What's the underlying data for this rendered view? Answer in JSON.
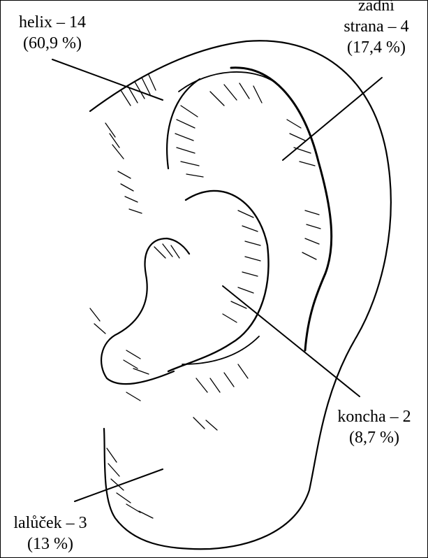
{
  "labels": {
    "helix": {
      "name": "helix – 14",
      "pct": "(60,9 %)"
    },
    "back": {
      "name_top": "zadní",
      "name_bottom": "strana – 4",
      "pct": "(17,4 %)"
    },
    "concha": {
      "name": "koncha – 2",
      "pct": "(8,7 %)"
    },
    "lobule": {
      "name": "lalůček – 3",
      "pct": "(13 %)"
    }
  },
  "colors": {
    "ink": "#000000",
    "background": "#ffffff"
  }
}
